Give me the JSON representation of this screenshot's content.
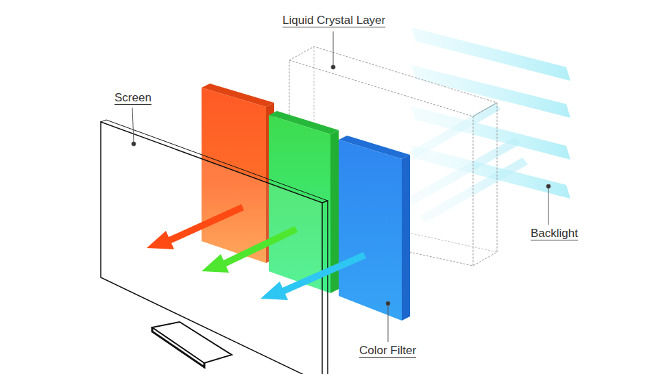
{
  "diagram": {
    "labels": [
      "Liquid Crystal Layer",
      "Screen",
      "Backlight",
      "Color Filter"
    ]
  }
}
